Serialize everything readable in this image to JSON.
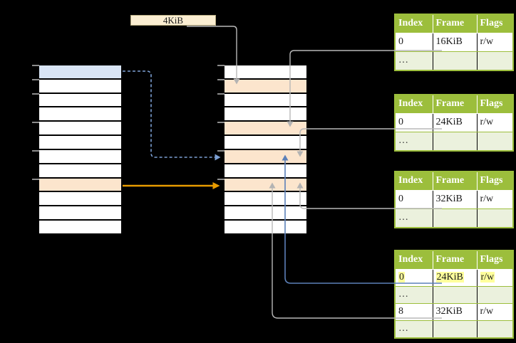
{
  "frame_size_label": "4KiB",
  "page_tables": {
    "headers": [
      "Index",
      "Frame",
      "Flags"
    ],
    "tables": [
      {
        "name": "page-table-16kib",
        "rows": [
          [
            "0",
            "16KiB",
            "r/w"
          ],
          [
            "…",
            "",
            ""
          ]
        ]
      },
      {
        "name": "page-table-24kib",
        "rows": [
          [
            "0",
            "24KiB",
            "r/w"
          ],
          [
            "…",
            "",
            ""
          ]
        ]
      },
      {
        "name": "page-table-32kib",
        "rows": [
          [
            "0",
            "32KiB",
            "r/w"
          ],
          [
            "…",
            "",
            ""
          ]
        ]
      },
      {
        "name": "level2-page-table",
        "highlighted_row": 0,
        "rows": [
          [
            "0",
            "24KiB",
            "r/w"
          ],
          [
            "…",
            "",
            ""
          ],
          [
            "8",
            "32KiB",
            "r/w"
          ],
          [
            "…",
            "",
            ""
          ]
        ]
      }
    ]
  },
  "memory_columns": {
    "virtual": {
      "rows": 12,
      "blue_row_index": 0,
      "orange_row_index": 8
    },
    "physical": {
      "rows": 12,
      "orange_row_indices": [
        1,
        4,
        6,
        8
      ]
    },
    "tick_row_boundaries": [
      0,
      1,
      2,
      4,
      6,
      8
    ]
  },
  "colors": {
    "background": "#000000",
    "label_box_cream": "#FBEED2",
    "page_blue": "#D9E5F6",
    "frame_orange": "#FCE5CD",
    "table_header_green": "#9CBE3C",
    "table_row_green": "#EBF1DD",
    "highlight_yellow": "#FFFF9C",
    "arrow_gray": "#B8B8B8",
    "arrow_blue": "#5C80B8",
    "arrow_dashed_blue": "#7CA0D4",
    "arrow_orange": "#E89B00"
  }
}
